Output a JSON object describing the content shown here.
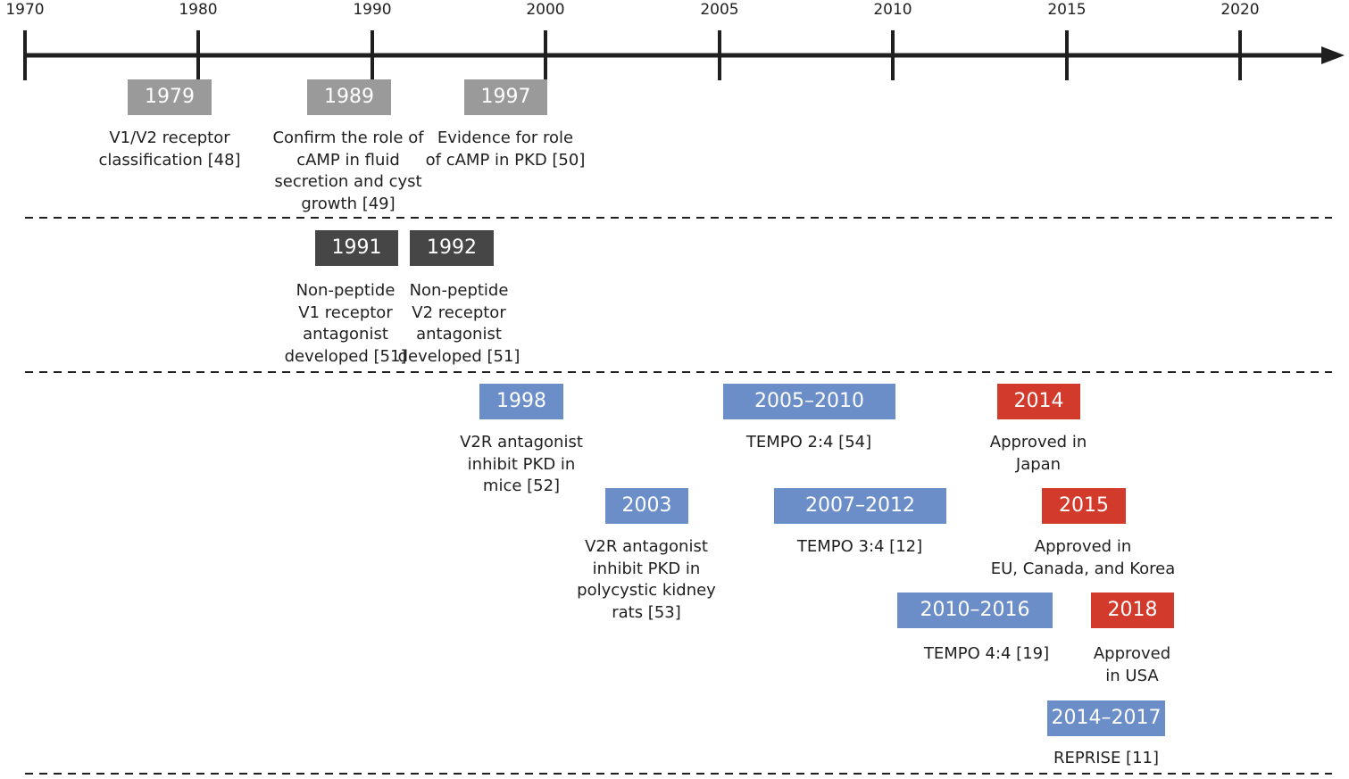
{
  "axis": {
    "years": [
      "1970",
      "1980",
      "1990",
      "2000",
      "2005",
      "2010",
      "2015",
      "2020"
    ]
  },
  "colors": {
    "discovery": "#9a9a9a",
    "antagonist": "#464646",
    "trial": "#6b8ec8",
    "approval": "#d23a2b"
  },
  "events": {
    "e1979": {
      "label": "1979",
      "desc": "V1/V2 receptor\nclassification [48]"
    },
    "e1989": {
      "label": "1989",
      "desc": "Confirm the role of\ncAMP in fluid\nsecretion and cyst\ngrowth [49]"
    },
    "e1997": {
      "label": "1997",
      "desc": "Evidence for role\nof cAMP in PKD [50]"
    },
    "e1991": {
      "label": "1991",
      "desc": "Non-peptide\nV1 receptor\nantagonist\ndeveloped [51]"
    },
    "e1992": {
      "label": "1992",
      "desc": "Non-peptide\nV2 receptor\nantagonist\ndeveloped [51]"
    },
    "e1998": {
      "label": "1998",
      "desc": "V2R antagonist\ninhibit PKD in\nmice [52]"
    },
    "e2003": {
      "label": "2003",
      "desc": "V2R antagonist\ninhibit PKD in\npolycystic kidney\nrats [53]"
    },
    "e2005": {
      "label": "2005–2010",
      "desc": "TEMPO 2:4 [54]"
    },
    "e2007": {
      "label": "2007–2012",
      "desc": "TEMPO 3:4 [12]"
    },
    "e2010": {
      "label": "2010–2016",
      "desc": "TEMPO 4:4 [19]"
    },
    "e2014r": {
      "label": "2014–2017",
      "desc": "REPRISE [11]"
    },
    "e2014": {
      "label": "2014",
      "desc": "Approved in\nJapan"
    },
    "e2015": {
      "label": "2015",
      "desc": "Approved in\nEU, Canada, and Korea"
    },
    "e2018": {
      "label": "2018",
      "desc": "Approved\nin USA"
    }
  }
}
